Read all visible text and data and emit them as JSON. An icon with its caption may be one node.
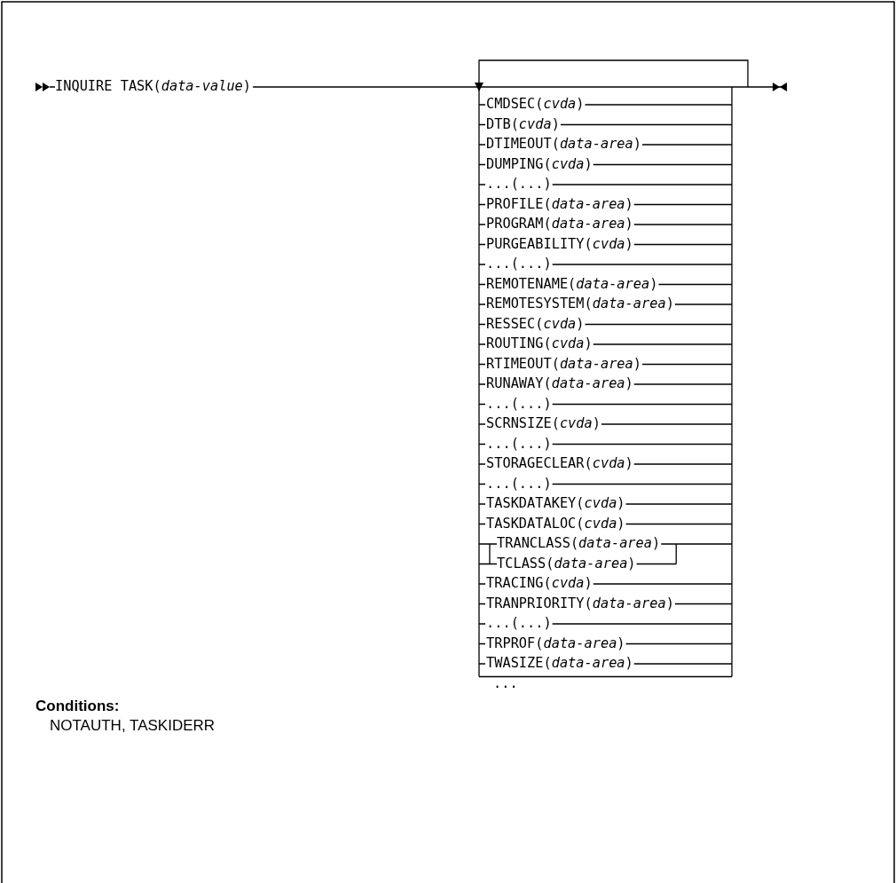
{
  "diagram": {
    "nodes": [
      {
        "text": [
          "INQUIRE TASK(*data-value*)"
        ]
      },
      {
        "text": [
          "CMDSEC(*cvda*)"
        ]
      },
      {
        "text": [
          "DTB(*cvda*)"
        ]
      },
      {
        "text": [
          "DTIMEOUT(*data-area*)"
        ]
      },
      {
        "text": [
          "DUMPING(*cvda*)"
        ]
      },
      {
        "text": [
          "...(...)"
        ]
      },
      {
        "text": [
          "PROFILE(*data-area*)"
        ]
      },
      {
        "text": [
          "PROGRAM(*data-area*)"
        ]
      },
      {
        "text": [
          "PURGEABILITY(*cvda*)"
        ]
      },
      {
        "text": [
          "...(...)"
        ]
      },
      {
        "text": [
          "REMOTENAME(*data-area*)"
        ]
      },
      {
        "text": [
          "REMOTESYSTEM(*data-area*)"
        ]
      },
      {
        "text": [
          "RESSEC(*cvda*)"
        ]
      },
      {
        "text": [
          "ROUTING(*cvda*)"
        ]
      },
      {
        "text": [
          "RTIMEOUT(*data-area*)"
        ]
      },
      {
        "text": [
          "RUNAWAY(*data-area*)"
        ]
      },
      {
        "text": [
          "...(...)"
        ]
      },
      {
        "text": [
          "SCRNSIZE(*cvda*)"
        ]
      },
      {
        "text": [
          "...(...)"
        ]
      },
      {
        "text": [
          "STORAGECLEAR(*cvda*)"
        ]
      },
      {
        "text": [
          "...(...)"
        ]
      },
      {
        "text": [
          "TASKDATAKEY(*cvda*)"
        ]
      },
      {
        "text": [
          "TASKDATALOC(*cvda*)"
        ]
      },
      {
        "text": [
          "TRANCLASS(*data-area*)"
        ]
      },
      {
        "text": [
          "TCLASS(*data-area*)"
        ]
      },
      {
        "text": [
          "TRACING(*cvda*)"
        ]
      },
      {
        "text": [
          "TRANPRIORITY(*data-area*)"
        ]
      },
      {
        "text": [
          "...(...)"
        ]
      },
      {
        "text": [
          "TRPROF(*data-area*)"
        ]
      },
      {
        "text": [
          "TWASIZE(*data-area*)"
        ]
      },
      {
        "text": [
          "..."
        ]
      }
    ],
    "labels": [
      "Conditions:",
      "NOTAUTH, TASKIDERR"
    ]
  }
}
